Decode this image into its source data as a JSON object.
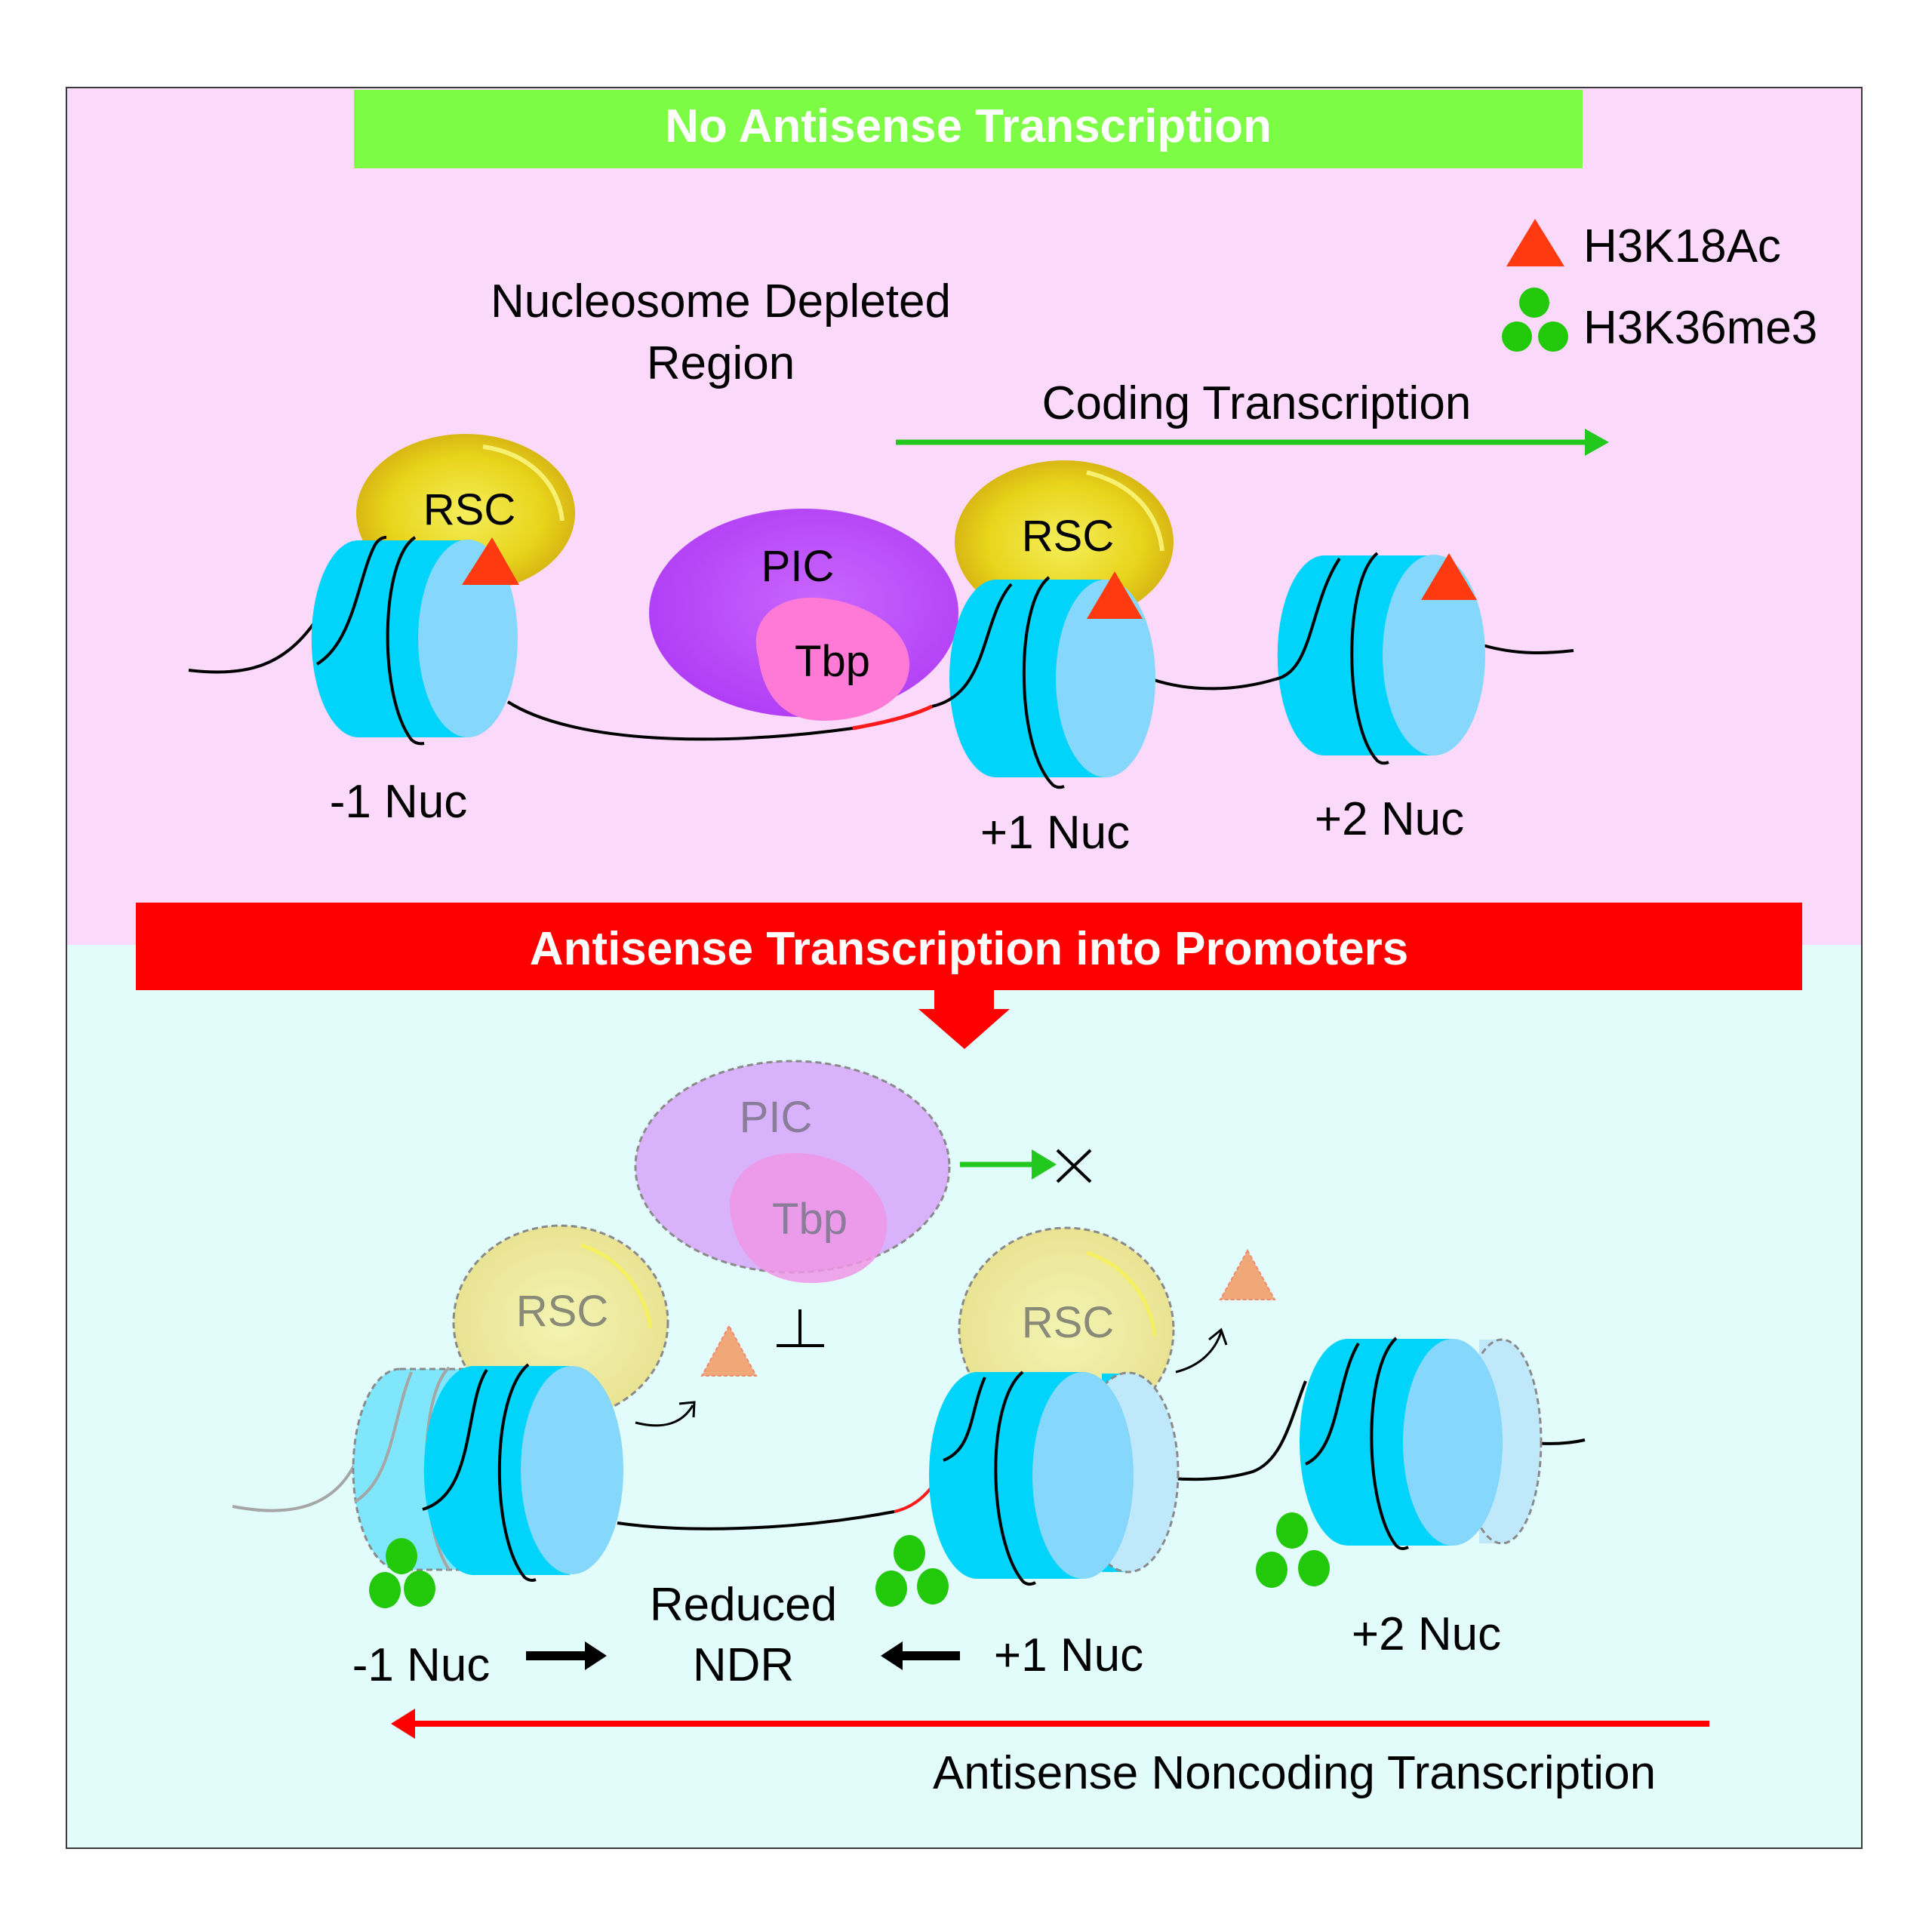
{
  "figure": {
    "title_top": "No Antisense Transcription",
    "title_bottom": "Antisense Transcription into Promoters",
    "colors": {
      "top_panel_bg": "#fbd9fb",
      "bottom_panel_bg": "#e2fcfc",
      "top_banner": "#7cfc44",
      "bottom_banner": "#ff0000",
      "nucleosome_side": "#00d4fb",
      "nucleosome_face": "#85d8fb",
      "rsc": "#e8d41a",
      "pic": "#b844fb",
      "tbp": "#ff7ad6",
      "h3k18ac": "#ff3a10",
      "h3k36me3": "#22c80a",
      "coding_arrow": "#22c81e",
      "antisense_arrow": "#ff0000"
    }
  },
  "legend": {
    "items": [
      {
        "symbol": "triangle",
        "label": "H3K18Ac"
      },
      {
        "symbol": "three-dots",
        "label": "H3K36me3"
      }
    ]
  },
  "top_panel": {
    "ndr_label_line1": "Nucleosome Depleted",
    "ndr_label_line2": "Region",
    "coding_label": "Coding Transcription",
    "complexes": {
      "rsc_left": "RSC",
      "rsc_right": "RSC",
      "pic": "PIC",
      "tbp": "Tbp"
    },
    "nucleosomes": [
      {
        "label": "-1 Nuc",
        "rsc_bound": true,
        "h3k18ac": true
      },
      {
        "label": "+1 Nuc",
        "rsc_bound": true,
        "h3k18ac": true
      },
      {
        "label": "+2 Nuc",
        "rsc_bound": false,
        "h3k18ac": true
      }
    ]
  },
  "bottom_panel": {
    "complexes": {
      "rsc_left": "RSC",
      "rsc_right": "RSC",
      "pic": "PIC",
      "tbp": "Tbp"
    },
    "nucleosomes": [
      {
        "label": "-1 Nuc",
        "h3k36me3": true,
        "shift": "toward NDR"
      },
      {
        "label": "+1 Nuc",
        "h3k36me3": true,
        "shift": "toward NDR"
      },
      {
        "label": "+2 Nuc",
        "h3k36me3": true
      }
    ],
    "ndr_label_line1": "Reduced",
    "ndr_label_line2": "NDR",
    "antisense_label": "Antisense Noncoding Transcription"
  }
}
